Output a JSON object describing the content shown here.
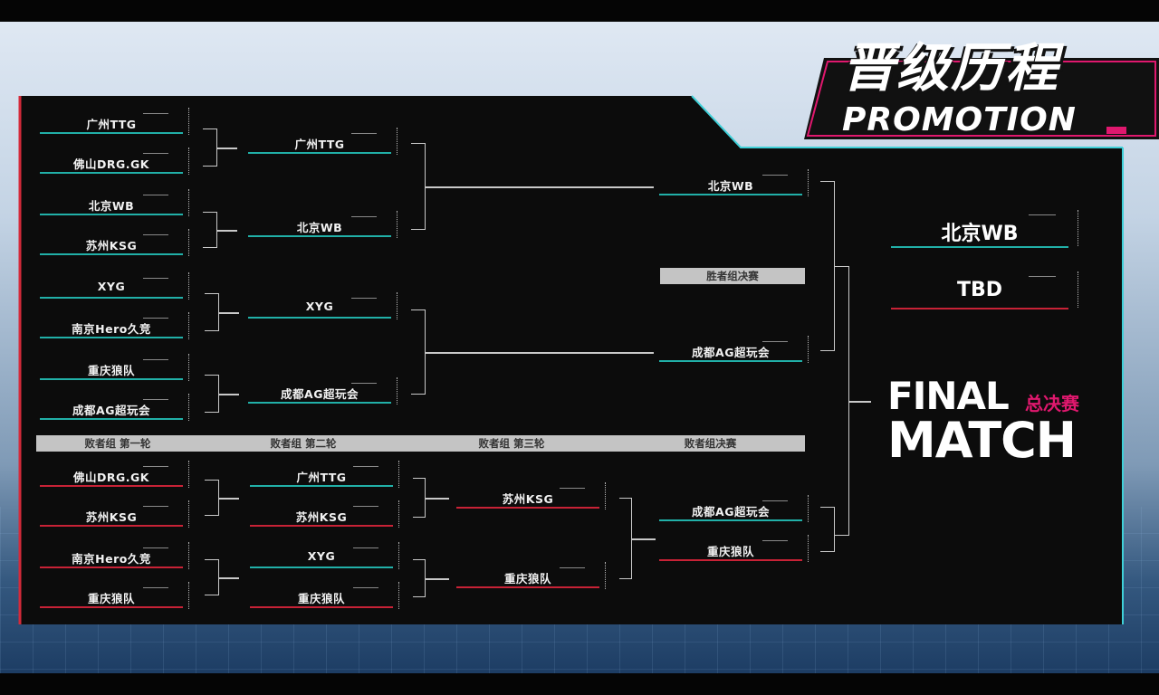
{
  "title": {
    "zh": "晋级历程",
    "en": "PROMOTION"
  },
  "final": {
    "line1": "FINAL",
    "line2": "MATCH",
    "zh_label": "总决赛",
    "teams": [
      "北京WB",
      "TBD"
    ]
  },
  "labels": {
    "winners_final": "胜者组决赛",
    "losers_r1": "败者组 第一轮",
    "losers_r2": "败者组 第二轮",
    "losers_r3": "败者组 第三轮",
    "losers_final": "败者组决赛"
  },
  "winners": {
    "round1": [
      "广州TTG",
      "佛山DRG.GK",
      "北京WB",
      "苏州KSG",
      "XYG",
      "南京Hero久竞",
      "重庆狼队",
      "成都AG超玩会"
    ],
    "round2": [
      "广州TTG",
      "北京WB",
      "XYG",
      "成都AG超玩会"
    ],
    "semifinal": [
      "北京WB",
      "成都AG超玩会"
    ]
  },
  "losers": {
    "round1": [
      "佛山DRG.GK",
      "苏州KSG",
      "南京Hero久竞",
      "重庆狼队"
    ],
    "round2": [
      "广州TTG",
      "苏州KSG",
      "XYG",
      "重庆狼队"
    ],
    "round3": [
      "苏州KSG",
      "重庆狼队"
    ],
    "final": [
      "成都AG超玩会",
      "重庆狼队"
    ]
  },
  "colors": {
    "accent_teal": "#21b0a8",
    "accent_red": "#c82236",
    "accent_pink": "#e0186e",
    "panel": "#0c0c0c"
  }
}
